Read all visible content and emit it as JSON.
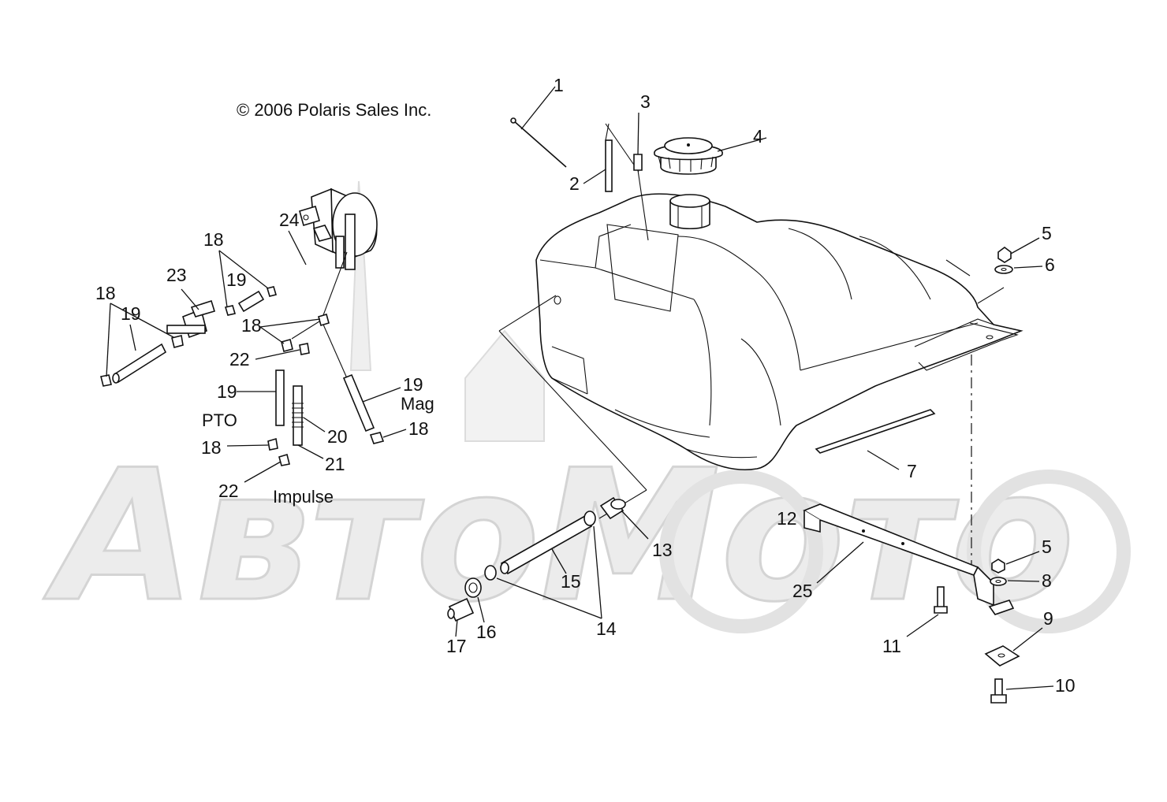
{
  "copyright": "© 2006 Polaris Sales Inc.",
  "watermark": "АвтоМото",
  "variant_labels": {
    "pto": "PTO",
    "mag": "Mag",
    "impulse": "Impulse"
  },
  "callouts": {
    "c1": "1",
    "c2": "2",
    "c3": "3",
    "c4": "4",
    "c5a": "5",
    "c5b": "5",
    "c6": "6",
    "c7": "7",
    "c8": "8",
    "c9": "9",
    "c10": "10",
    "c11": "11",
    "c12": "12",
    "c13": "13",
    "c14": "14",
    "c15": "15",
    "c16": "16",
    "c17": "17",
    "c18a": "18",
    "c18b": "18",
    "c18c": "18",
    "c18d": "18",
    "c18e": "18",
    "c19a": "19",
    "c19b": "19",
    "c19c": "19",
    "c19d": "19",
    "c20": "20",
    "c21": "21",
    "c22a": "22",
    "c22b": "22",
    "c23": "23",
    "c24": "24",
    "c25": "25"
  }
}
